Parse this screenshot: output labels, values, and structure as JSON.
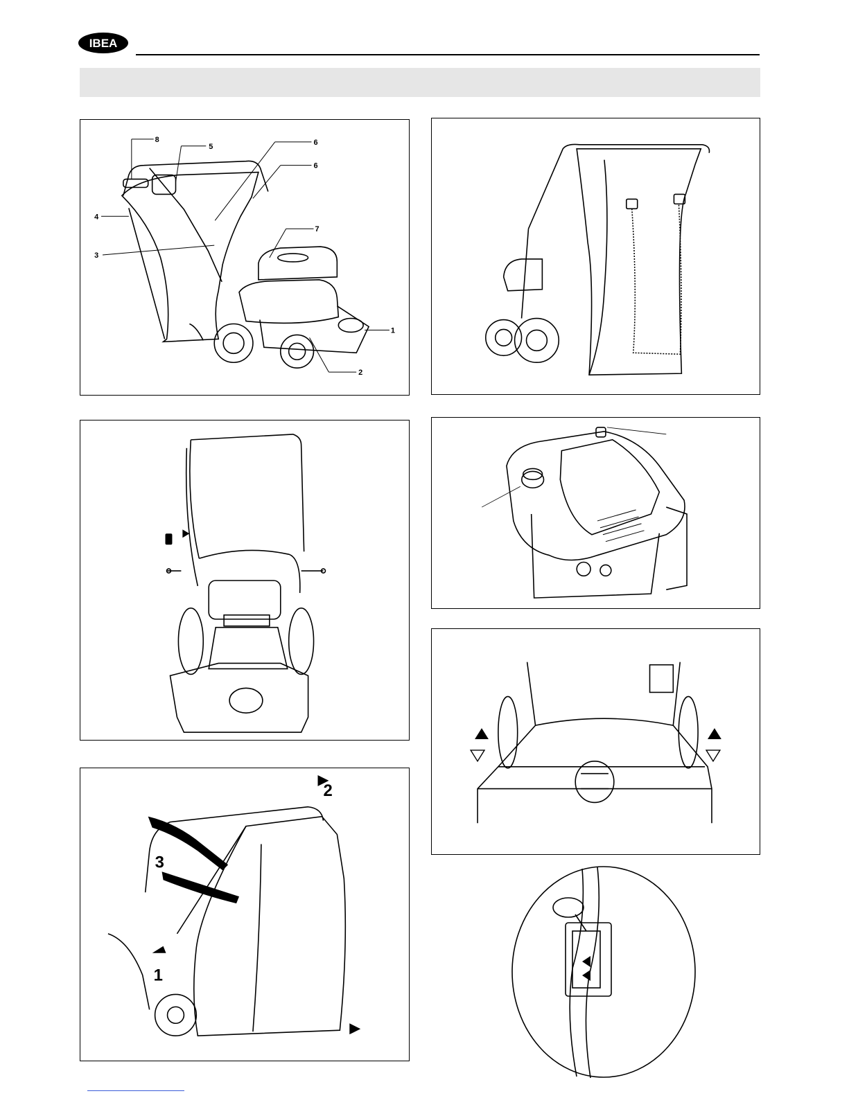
{
  "header": {
    "logo_text": "IBEA",
    "logo_icon": "ibea-logo"
  },
  "figures": {
    "overview": {
      "callouts": [
        "8",
        "5",
        "6",
        "6",
        "4",
        "7",
        "3",
        "1",
        "2"
      ]
    },
    "bag_removal": {
      "steps": [
        "2",
        "3",
        "1"
      ]
    }
  },
  "colors": {
    "section_band": "#e6e6e6",
    "line": "#000000"
  }
}
